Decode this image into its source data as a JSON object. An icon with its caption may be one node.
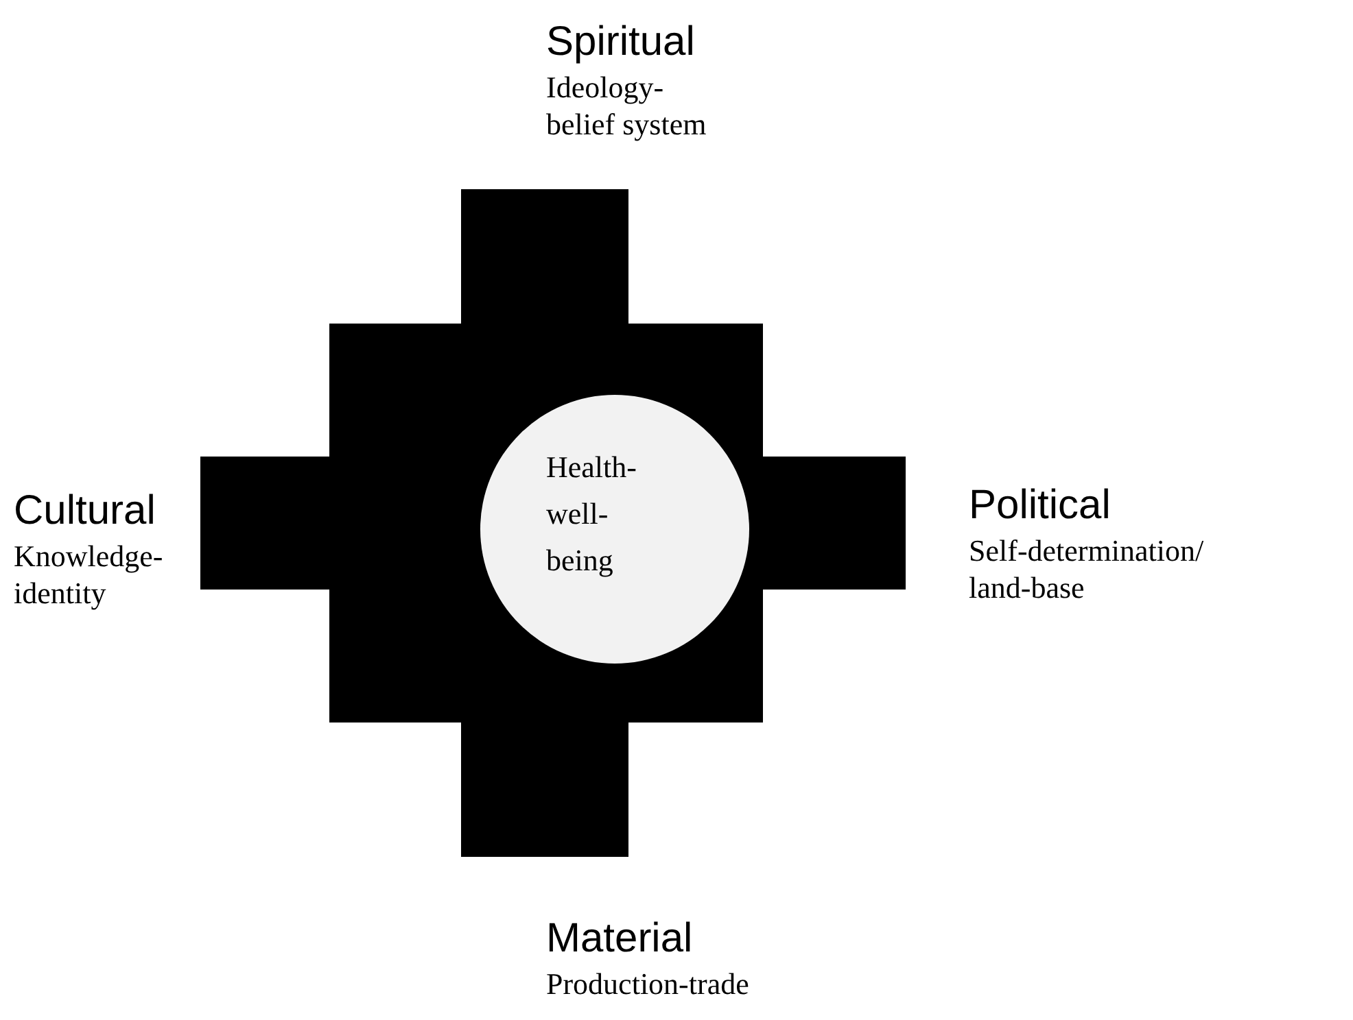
{
  "diagram": {
    "nodes": [
      {
        "text": [
          "Health- well- being"
        ]
      }
    ],
    "edges": [],
    "labels": [
      "Spiritual",
      "Ideology- belief system",
      "Cultural",
      "Knowledge- identity",
      "Political",
      "Self-determination/ land-base",
      "Material",
      "Production-trade"
    ]
  }
}
